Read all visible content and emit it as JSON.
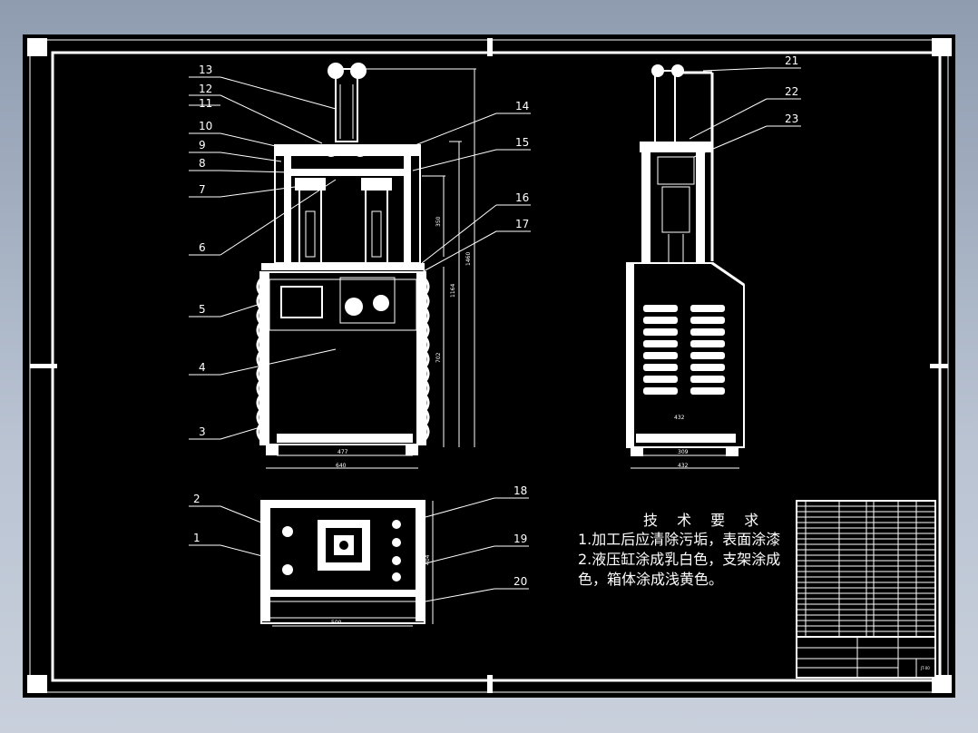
{
  "drawing": {
    "part_labels": [
      "1",
      "2",
      "3",
      "4",
      "5",
      "6",
      "7",
      "8",
      "9",
      "10",
      "11",
      "12",
      "13",
      "14",
      "15",
      "16",
      "17",
      "18",
      "19",
      "20",
      "21",
      "22",
      "23"
    ],
    "front_view": {
      "dim_width_outer": "640",
      "dim_width_inner": "477",
      "dim_height_total": "1460",
      "dim_height_upper": "1164",
      "dim_height_cyl": "350",
      "dim_height_box": "702"
    },
    "side_view": {
      "dim_inner": "309",
      "dim_outer": "432",
      "dim_top": "432"
    },
    "top_view": {
      "dim_width": "500",
      "dim_depth": "404"
    },
    "tech_requirements": {
      "title": "技 术 要 求",
      "line1": "1.加工后应清除污垢，表面涂漆",
      "line2": "2.液压缸涂成乳白色，支架涂成",
      "line3": "色，箱体涂成浅黄色。"
    },
    "title_block": {
      "drawing_no": "JT-00"
    }
  }
}
